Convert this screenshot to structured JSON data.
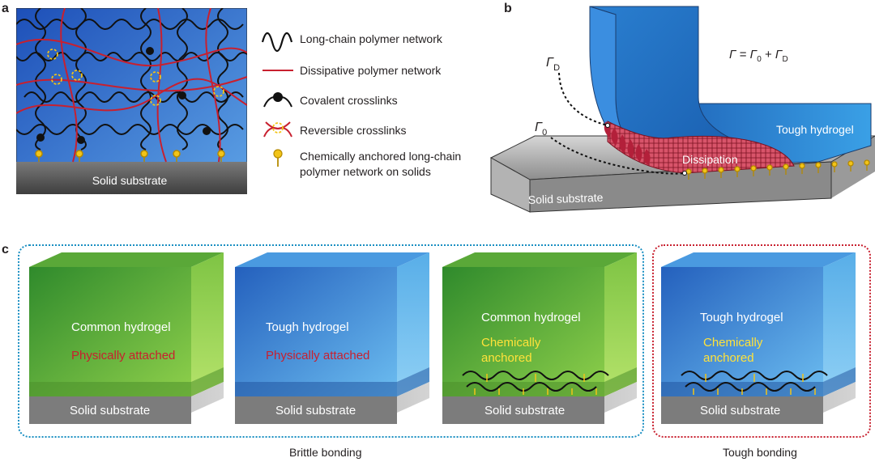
{
  "panels": {
    "a": {
      "letter": "a",
      "substrate_label": "Solid substrate",
      "legend": [
        {
          "icon": "wavy-chain-icon",
          "label": "Long-chain polymer network"
        },
        {
          "icon": "red-line-icon",
          "label": "Dissipative polymer network"
        },
        {
          "icon": "covalent-crosslink-icon",
          "label": "Covalent crosslinks"
        },
        {
          "icon": "reversible-crosslink-icon",
          "label": "Reversible crosslinks"
        },
        {
          "icon": "anchor-icon",
          "label": "Chemically anchored long-chain",
          "label2": "polymer network on solids"
        }
      ]
    },
    "b": {
      "letter": "b",
      "gamma_d": "Γ",
      "gamma_d_sub": "D",
      "gamma_0": "Γ",
      "gamma_0_sub": "0",
      "equation": {
        "lhs": "Γ",
        "eq": " = ",
        "t1": "Γ",
        "t1_sub": "0",
        "plus": " + ",
        "t2": "Γ",
        "t2_sub": "D"
      },
      "tough_hydrogel": "Tough hydrogel",
      "dissipation": "Dissipation",
      "substrate_label": "Solid substrate"
    },
    "c": {
      "letter": "c",
      "blocks": [
        {
          "gel": "Common hydrogel",
          "attach1": "Physically attached",
          "attach2": "",
          "substrate": "Solid substrate"
        },
        {
          "gel": "Tough hydrogel",
          "attach1": "Physically attached",
          "attach2": "",
          "substrate": "Solid substrate"
        },
        {
          "gel": "Common hydrogel",
          "attach1": "Chemically",
          "attach2": "anchored",
          "substrate": "Solid substrate"
        },
        {
          "gel": "Tough hydrogel",
          "attach1": "Chemically",
          "attach2": "anchored",
          "substrate": "Solid substrate"
        }
      ],
      "group_labels": {
        "brittle": "Brittle bonding",
        "tough": "Tough bonding"
      }
    }
  },
  "colors": {
    "green_gel": "#5fa83a",
    "blue_gel": "#2f7fd1",
    "red_network": "#c8202f",
    "anchor_yellow": "#f2c418",
    "brittle_border": "#1a8fc2",
    "tough_border": "#c8202f",
    "attached_text_red": "#c8202f",
    "anchored_text_yellow": "#ffe23a"
  }
}
